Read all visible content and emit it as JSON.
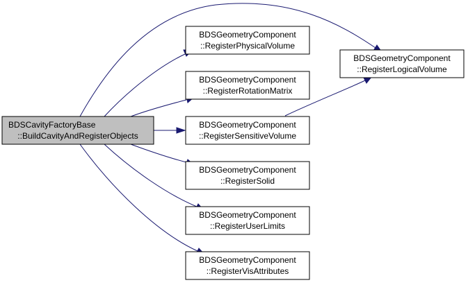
{
  "colors": {
    "edge": "#191970",
    "root_fill": "#bfbfbf",
    "node_fill": "#ffffff",
    "node_border": "#000000"
  },
  "nodes": {
    "root": {
      "line1": "BDSCavityFactoryBase",
      "line2": "::BuildCavityAndRegisterObjects"
    },
    "physical_volume": {
      "line1": "BDSGeometryComponent",
      "line2": "::RegisterPhysicalVolume"
    },
    "rotation_matrix": {
      "line1": "BDSGeometryComponent",
      "line2": "::RegisterRotationMatrix"
    },
    "sensitive_volume": {
      "line1": "BDSGeometryComponent",
      "line2": "::RegisterSensitiveVolume"
    },
    "solid": {
      "line1": "BDSGeometryComponent",
      "line2": "::RegisterSolid"
    },
    "user_limits": {
      "line1": "BDSGeometryComponent",
      "line2": "::RegisterUserLimits"
    },
    "vis_attributes": {
      "line1": "BDSGeometryComponent",
      "line2": "::RegisterVisAttributes"
    },
    "logical_volume": {
      "line1": "BDSGeometryComponent",
      "line2": "::RegisterLogicalVolume"
    }
  },
  "edges": [
    {
      "from": "root",
      "to": "logical_volume"
    },
    {
      "from": "root",
      "to": "physical_volume"
    },
    {
      "from": "root",
      "to": "rotation_matrix"
    },
    {
      "from": "root",
      "to": "sensitive_volume"
    },
    {
      "from": "root",
      "to": "solid"
    },
    {
      "from": "root",
      "to": "user_limits"
    },
    {
      "from": "root",
      "to": "vis_attributes"
    },
    {
      "from": "sensitive_volume",
      "to": "logical_volume"
    }
  ]
}
